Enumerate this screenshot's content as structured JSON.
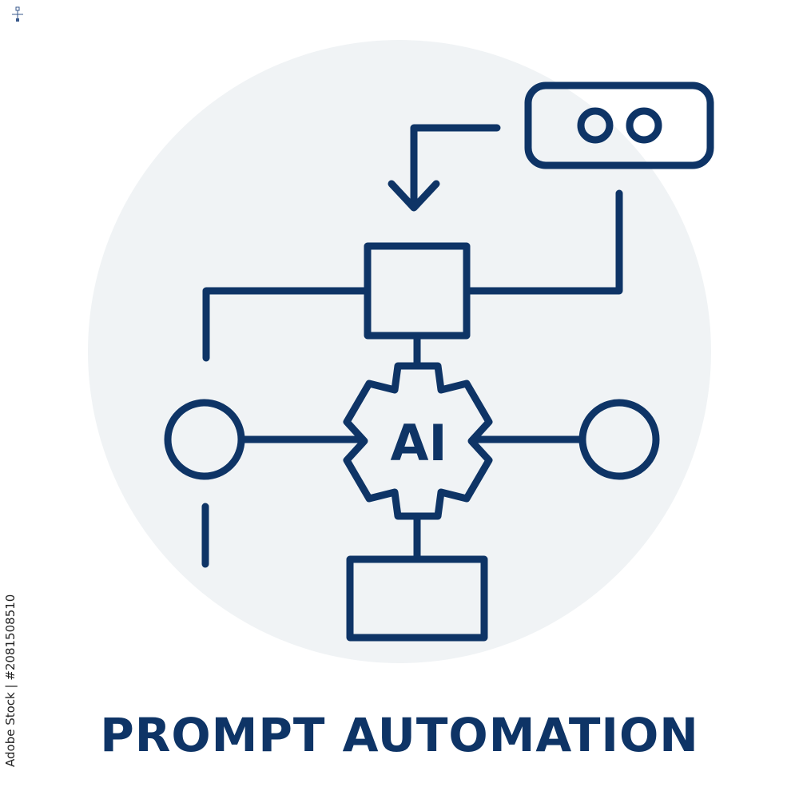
{
  "caption": {
    "text": "PROMPT AUTOMATION"
  },
  "gear": {
    "label": "AI"
  },
  "watermark": {
    "id_text": "Adobe Stock | #208150851​0"
  },
  "icons": {
    "central_gear": "gear-icon",
    "top_right_card": "toggle-card-icon",
    "arrow": "arrow-down-icon",
    "corner": "flowchart-mini-icon"
  },
  "colors": {
    "stroke": "#0e3466",
    "circle_bg": "#f0f3f5",
    "caption": "#0e3466"
  }
}
